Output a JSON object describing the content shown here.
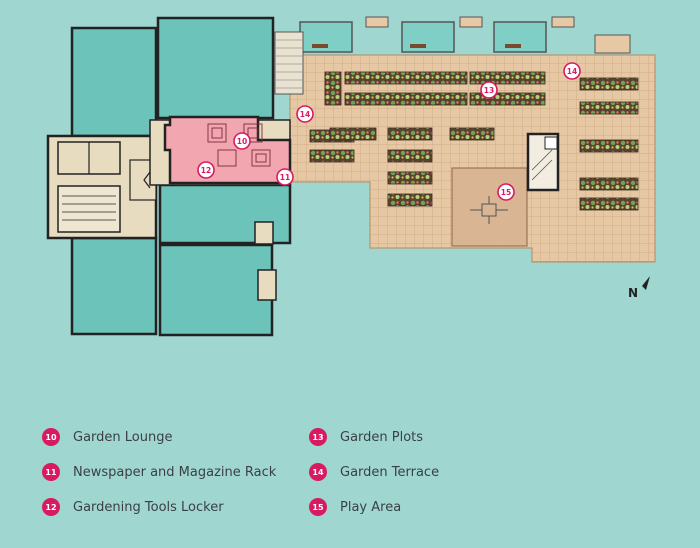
{
  "markers": [
    {
      "number": "10",
      "label": "Garden Lounge",
      "type": "legend"
    },
    {
      "number": "11",
      "label": "Newspaper and Magazine Rack",
      "type": "legend"
    },
    {
      "number": "12",
      "label": "Gardening Tools Locker",
      "type": "legend"
    },
    {
      "number": "13",
      "label": "Garden Plots",
      "type": "legend"
    },
    {
      "number": "14",
      "label": "Garden Terrace",
      "type": "legend"
    },
    {
      "number": "15",
      "label": "Play Area",
      "type": "legend"
    }
  ],
  "map_markers": {
    "garden_lounge": "10",
    "newspaper_rack": "11",
    "tools_locker": "12",
    "garden_plots": "13",
    "garden_terrace_west": "14",
    "garden_terrace_east": "14",
    "play_area": "15"
  },
  "compass": {
    "label": "N"
  },
  "colors": {
    "background": "#9fd6d0",
    "unit": "#6cc3b9",
    "wall": "#222222",
    "corridor": "#e8dcc0",
    "terrace": "#e6c8a5",
    "lounge": "#f2a7b0",
    "marker": "#d81b60",
    "play_area": "#d9b593"
  }
}
